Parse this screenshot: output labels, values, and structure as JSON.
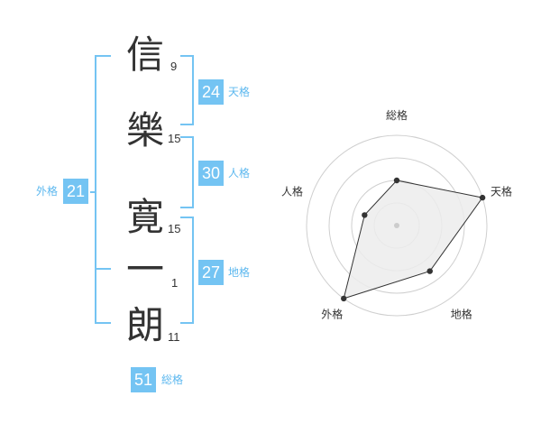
{
  "name": {
    "chars": [
      {
        "char": "信",
        "strokes": "9"
      },
      {
        "char": "樂",
        "strokes": "15"
      },
      {
        "char": "寛",
        "strokes": "15"
      },
      {
        "char": "一",
        "strokes": "1"
      },
      {
        "char": "朗",
        "strokes": "11"
      }
    ]
  },
  "fortune": {
    "tenkaku": {
      "value": "24",
      "label": "天格"
    },
    "jinkaku": {
      "value": "30",
      "label": "人格"
    },
    "chikaku": {
      "value": "27",
      "label": "地格"
    },
    "gaikaku": {
      "value": "21",
      "label": "外格"
    },
    "soukaku": {
      "value": "51",
      "label": "総格"
    }
  },
  "accent_color": "#74c4f3",
  "chart_data": {
    "type": "radar",
    "axes": [
      "総格",
      "天格",
      "地格",
      "外格",
      "人格"
    ],
    "values": [
      2,
      4,
      2.5,
      4,
      1.5
    ],
    "rmax": 4,
    "rings": 4
  }
}
